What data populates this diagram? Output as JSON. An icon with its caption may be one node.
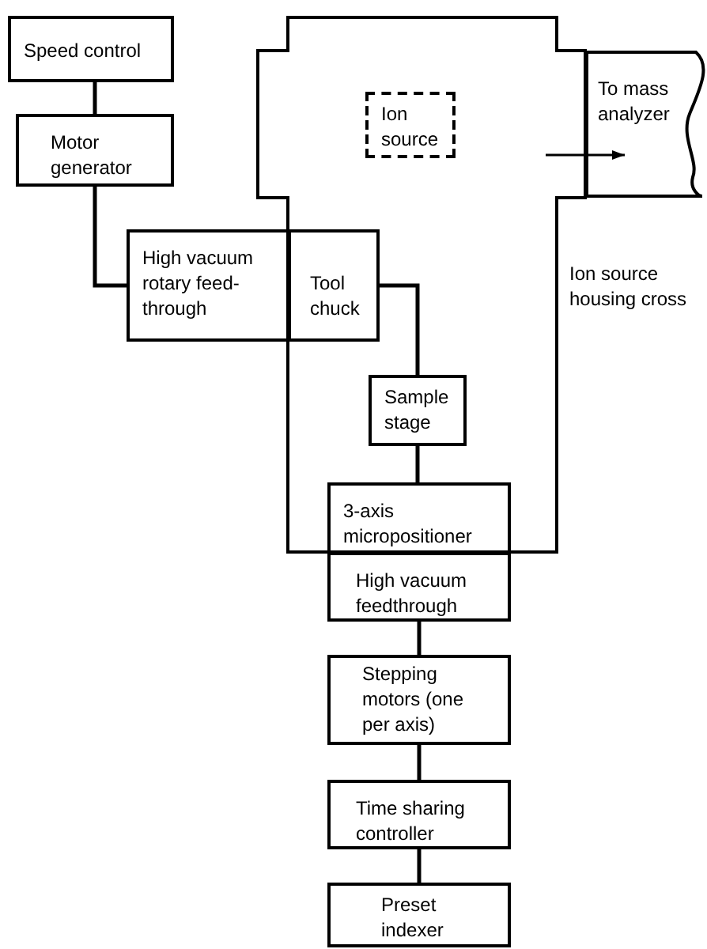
{
  "diagram": {
    "nodes": [
      {
        "text": [
          "Speed control"
        ]
      },
      {
        "text": [
          "Motor generator"
        ]
      },
      {
        "text": [
          "Ion source housing cross"
        ]
      },
      {
        "text": [
          "Ion source"
        ],
        "in": 2
      },
      {
        "text": [
          "To mass analyzer"
        ]
      },
      {
        "text": [
          "High vacuum rotary feed-through"
        ]
      },
      {
        "text": [
          "Tool chuck"
        ],
        "in": 2
      },
      {
        "text": [
          "Sample stage"
        ],
        "in": 2
      },
      {
        "text": [
          "3-axis micropositioner"
        ],
        "in": 2
      },
      {
        "text": [
          "High vacuum feedthrough"
        ]
      },
      {
        "text": [
          "Stepping motors (one per axis)"
        ]
      },
      {
        "text": [
          "Time sharing controller"
        ]
      },
      {
        "text": [
          "Preset indexer"
        ]
      }
    ],
    "edges": [
      {
        "from": 0,
        "to": 1,
        "arrow": "none"
      },
      {
        "from": 1,
        "to": 5,
        "arrow": "none"
      },
      {
        "from": 6,
        "to": 7,
        "arrow": "none"
      },
      {
        "from": 7,
        "to": 8,
        "arrow": "none"
      },
      {
        "from": 9,
        "to": 10,
        "arrow": "none"
      },
      {
        "from": 10,
        "to": 11,
        "arrow": "none"
      },
      {
        "from": 11,
        "to": 12,
        "arrow": "none"
      },
      {
        "from": null,
        "to": 4,
        "arrow": "to"
      }
    ]
  }
}
